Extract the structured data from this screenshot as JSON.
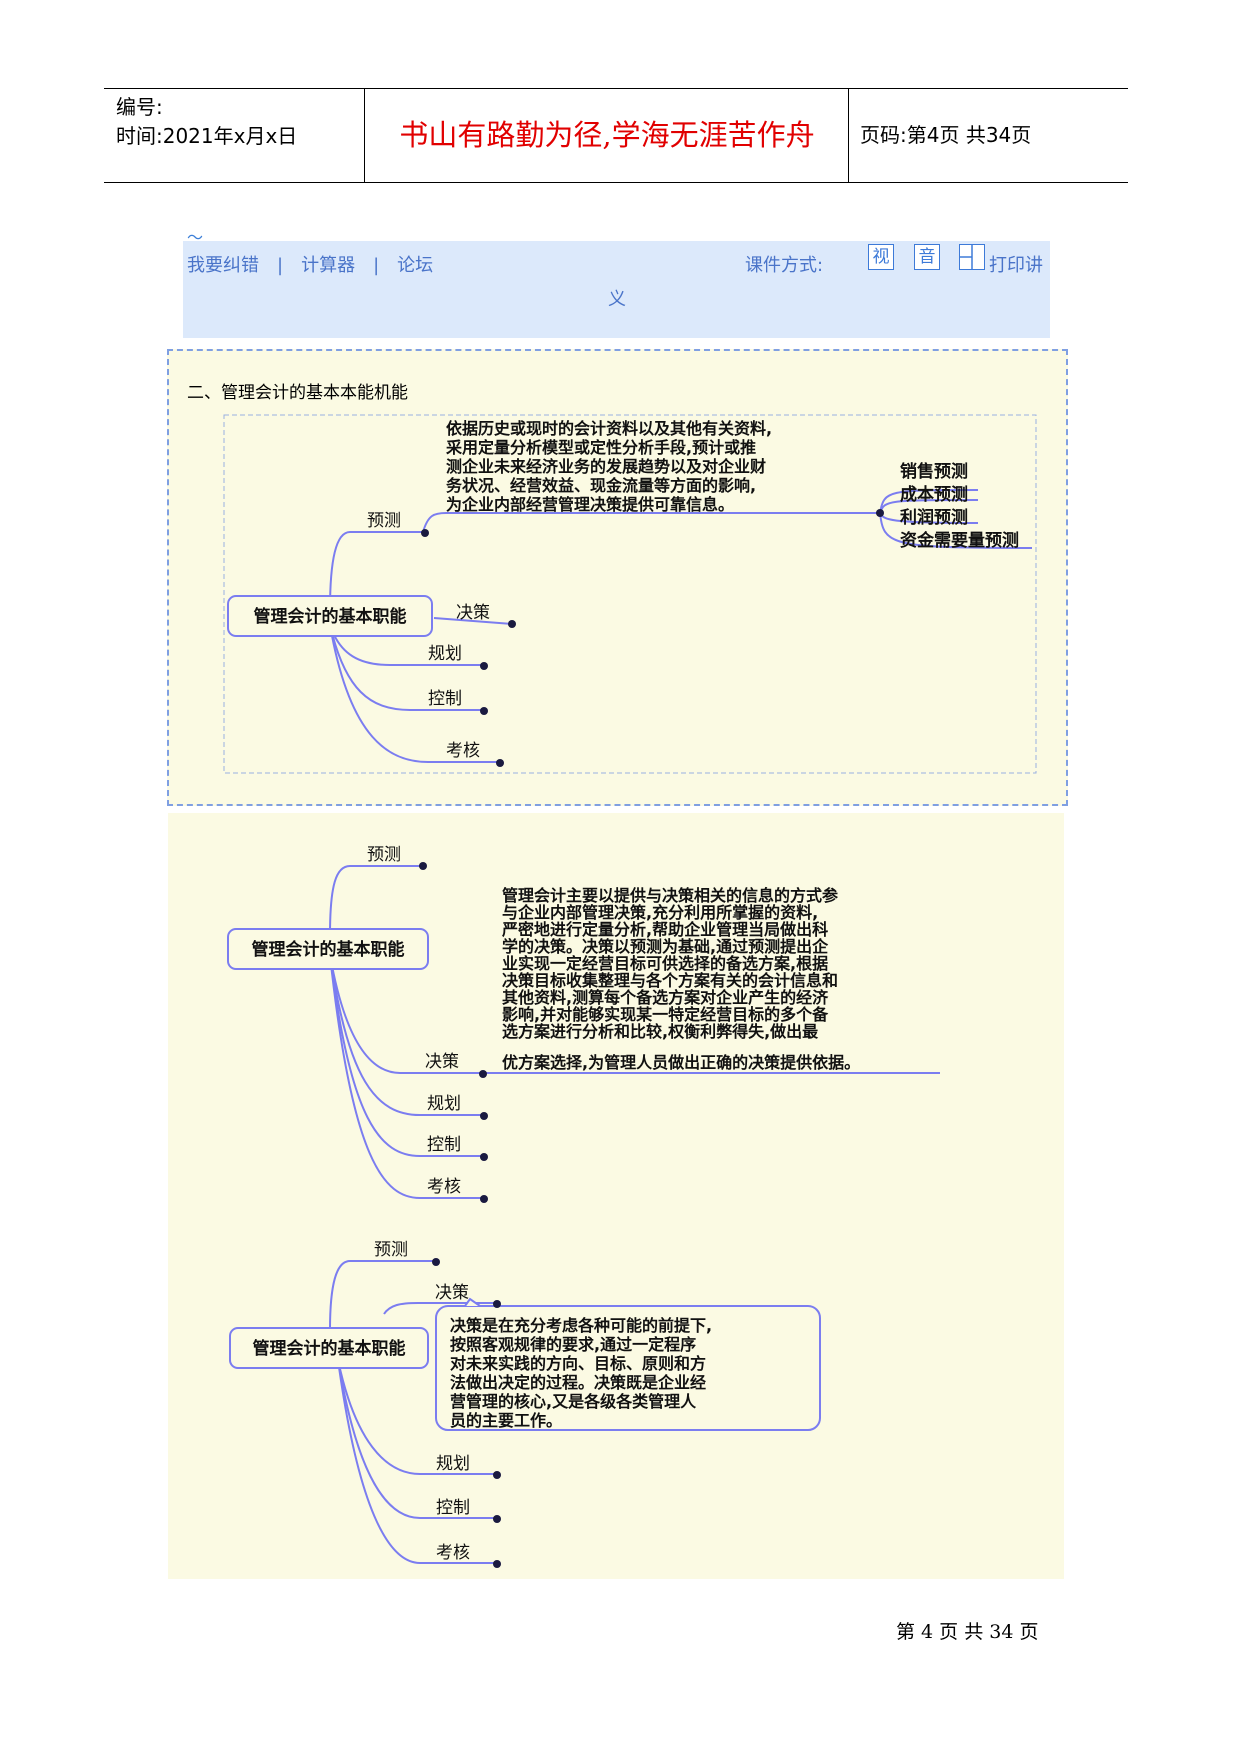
{
  "header": {
    "number_label": "编号:",
    "time_label": "时间:2021年x月x日",
    "motto": "书山有路勤为径,学海无涯苦作舟",
    "page_label": "页码:第4页 共34页"
  },
  "nav": {
    "links": [
      "我要纠错",
      "计算器",
      "论坛"
    ],
    "separator": "|",
    "course_mode": "课件方式:",
    "icon_video": "视",
    "icon_audio": "音",
    "print_label_1": "打印讲",
    "print_label_2": "义"
  },
  "section_title": "二、管理会计的基本本能机能",
  "map1": {
    "center": "管理会计的基本职能",
    "branches": [
      "预测",
      "决策",
      "规划",
      "控制",
      "考核"
    ],
    "note_lines": [
      "依据历史或现时的会计资料以及其他有关资料,",
      "采用定量分析模型或定性分析手段,预计或推",
      "测企业未来经济业务的发展趋势以及对企业财",
      "务状况、经营效益、现金流量等方面的影响,",
      "为企业内部经营管理决策提供可靠信息。"
    ],
    "sub_items": [
      "销售预测",
      "成本预测",
      "利润预测",
      "资金需要量预测"
    ]
  },
  "map2": {
    "center": "管理会计的基本职能",
    "branches": [
      "预测",
      "决策",
      "规划",
      "控制",
      "考核"
    ],
    "note_lines": [
      "管理会计主要以提供与决策相关的信息的方式参",
      "与企业内部管理决策,充分利用所掌握的资料,",
      "严密地进行定量分析,帮助企业管理当局做出科",
      "学的决策。决策以预测为基础,通过预测提出企",
      "业实现一定经营目标可供选择的备选方案,根据",
      "决策目标收集整理与各个方案有关的会计信息和",
      "其他资料,测算每个备选方案对企业产生的经济",
      "影响,并对能够实现某一特定经营目标的多个备",
      "选方案进行分析和比较,权衡利弊得失,做出最",
      "优方案选择,为管理人员做出正确的决策提供依据。"
    ]
  },
  "map3": {
    "center": "管理会计的基本职能",
    "branches": [
      "预测",
      "决策",
      "规划",
      "控制",
      "考核"
    ],
    "note_lines": [
      "决策是在充分考虑各种可能的前提下,",
      "按照客观规律的要求,通过一定程序",
      "对未来实践的方向、目标、原则和方",
      "法做出决定的过程。决策既是企业经",
      "营管理的核心,又是各级各类管理人",
      "员的主要工作。"
    ]
  },
  "footer": "第 4 页 共 34 页",
  "colors": {
    "line": "#7b7df0",
    "motto": "#e10000",
    "nav_bg": "#dce9fb",
    "panel_bg": "#fbfae3",
    "link": "#4a74c9"
  }
}
